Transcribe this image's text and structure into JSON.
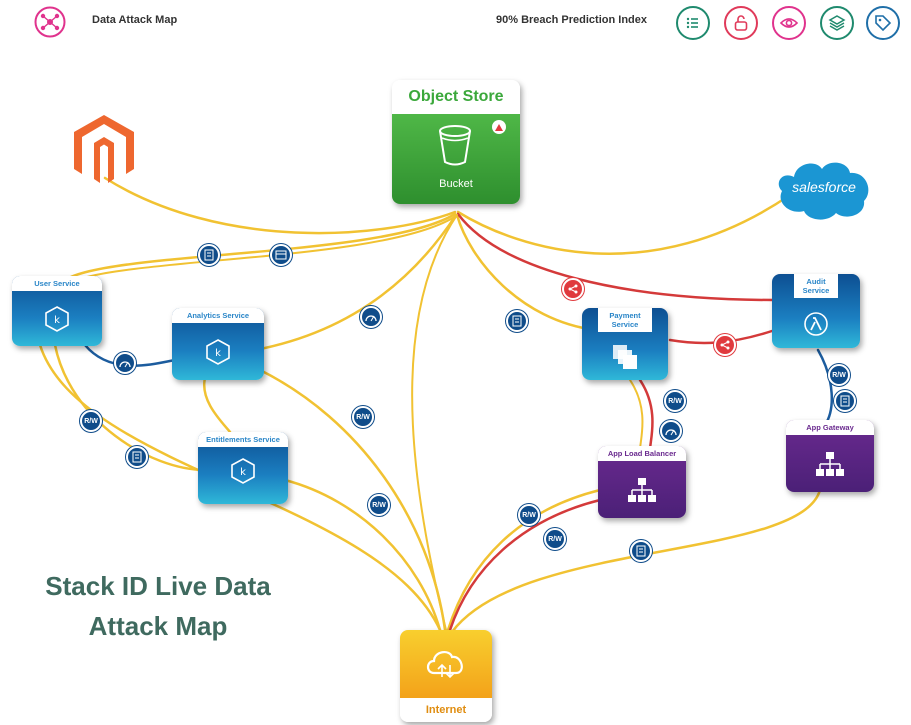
{
  "toolbar": {
    "title": "Data Attack Map",
    "breach_index": "90% Breach Prediction Index",
    "icons": [
      "list-icon",
      "unlock-icon",
      "eye-icon",
      "layers-icon",
      "tag-icon"
    ]
  },
  "headline": {
    "line1": "Stack ID Live Data",
    "line2": "Attack Map"
  },
  "nodes": {
    "object_store": {
      "title": "Object Store",
      "label": "Bucket"
    },
    "user_service": {
      "title": "User Service"
    },
    "analytics_service": {
      "title": "Analytics Service"
    },
    "entitlements_service": {
      "title": "Entitlements Service"
    },
    "payment_service": {
      "title": "Payment Service"
    },
    "audit_service": {
      "title": "Audit Service"
    },
    "app_load_balancer": {
      "title": "App Load Balancer"
    },
    "app_gateway": {
      "title": "App Gateway"
    },
    "internet": {
      "title": "Internet"
    },
    "salesforce": {
      "title": "salesforce"
    }
  },
  "connector_labels": {
    "rw": "R/W"
  },
  "colors": {
    "link_yellow": "#f1c232",
    "link_red": "#d43a3a",
    "link_blue": "#1c5c9e",
    "accent_pink": "#e0338d",
    "magento_orange": "#ee672f",
    "salesforce_blue": "#1b96d3"
  }
}
